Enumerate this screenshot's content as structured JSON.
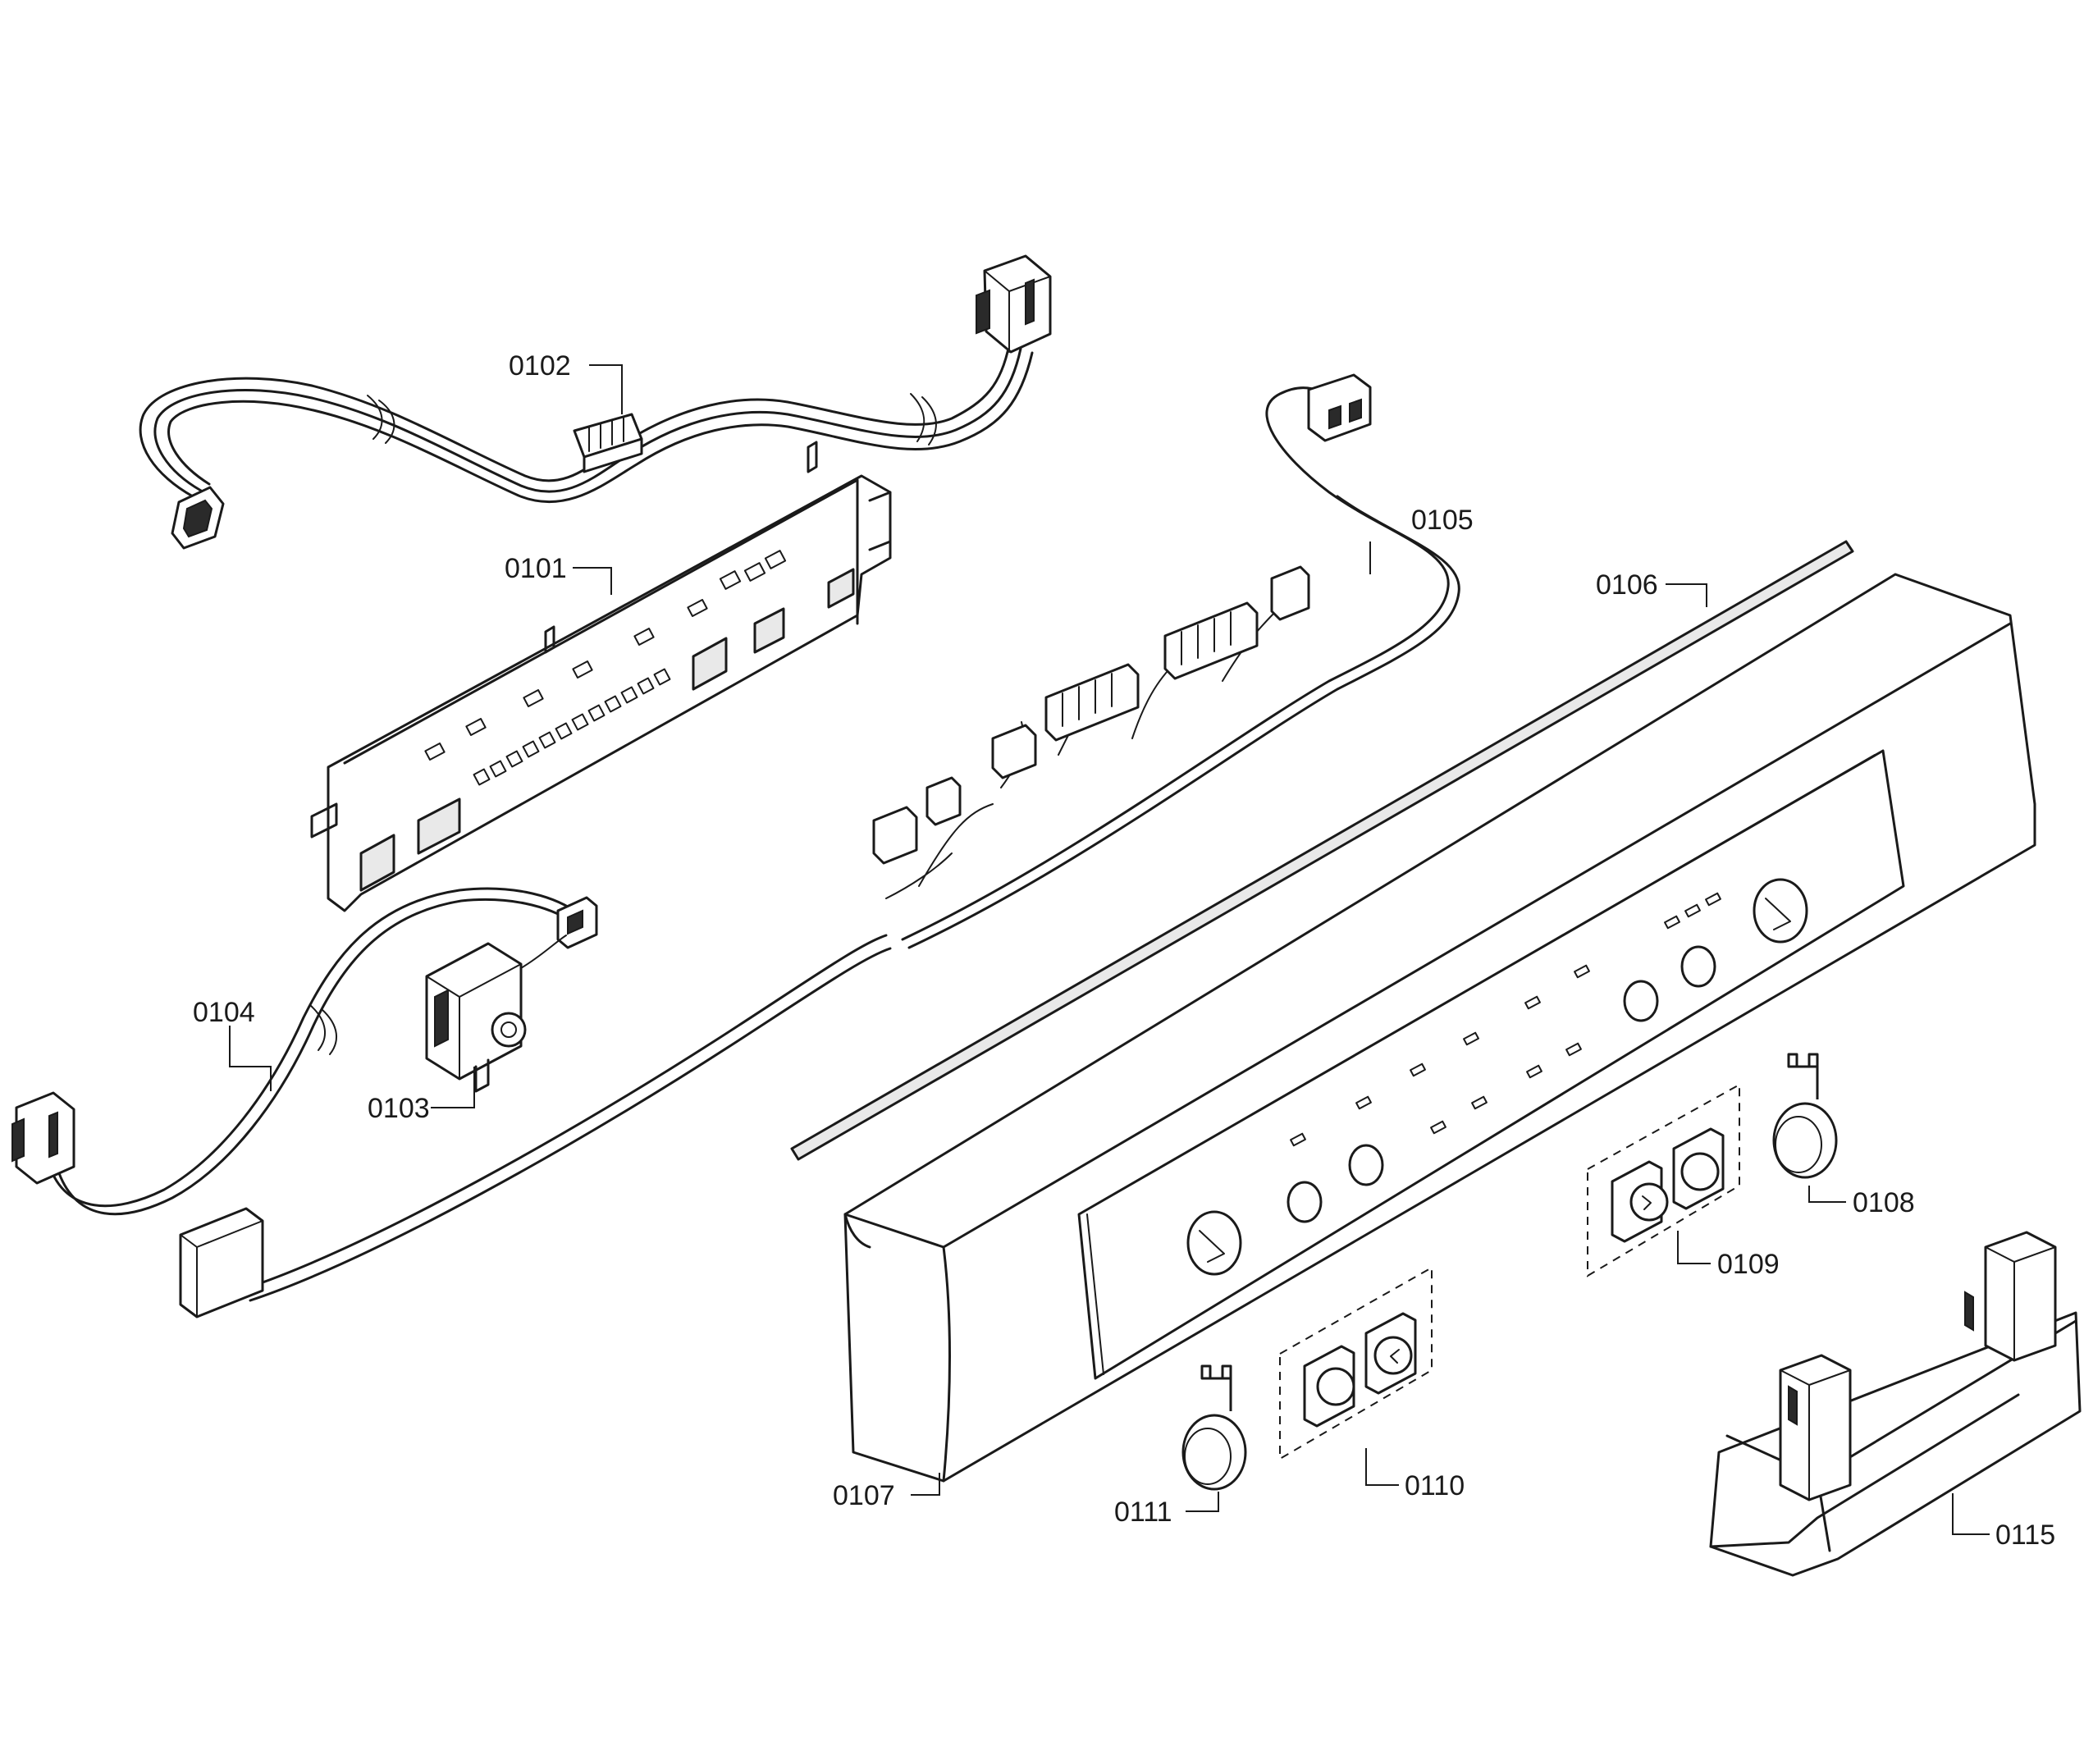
{
  "labels": {
    "p0101": "0101",
    "p0102": "0102",
    "p0103": "0103",
    "p0104": "0104",
    "p0105": "0105",
    "p0106": "0106",
    "p0107": "0107",
    "p0108": "0108",
    "p0109": "0109",
    "p0110": "0110",
    "p0111": "0111",
    "p0115": "0115"
  }
}
